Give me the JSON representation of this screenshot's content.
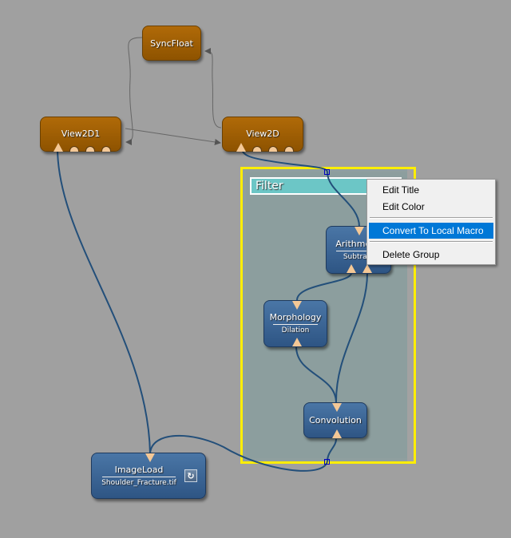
{
  "group": {
    "title": "Filter",
    "frame_color": "#ffee00",
    "title_color": "#6cc6c6"
  },
  "nodes": {
    "syncfloat": {
      "title": "SyncFloat"
    },
    "view2d1": {
      "title": "View2D1"
    },
    "view2d": {
      "title": "View2D"
    },
    "arithmetic": {
      "title": "Arithmetic",
      "subtitle": "Subtract"
    },
    "morphology": {
      "title": "Morphology",
      "subtitle": "Dilation"
    },
    "convolution": {
      "title": "Convolution"
    },
    "imageload": {
      "title": "ImageLoad",
      "subtitle": "Shoulder_Fracture.tif",
      "refresh_icon": "refresh-icon"
    }
  },
  "context_menu": {
    "items": [
      {
        "label": "Edit Title",
        "highlighted": false
      },
      {
        "label": "Edit Color",
        "highlighted": false
      },
      {
        "label": "Convert To Local Macro",
        "highlighted": true
      },
      {
        "label": "Delete Group",
        "highlighted": false
      }
    ]
  },
  "colors": {
    "background": "#a0a0a0",
    "orange_node": "#9e5f04",
    "blue_node": "#3a6594",
    "wire": "#234f7a",
    "menu_highlight": "#0078d7"
  }
}
